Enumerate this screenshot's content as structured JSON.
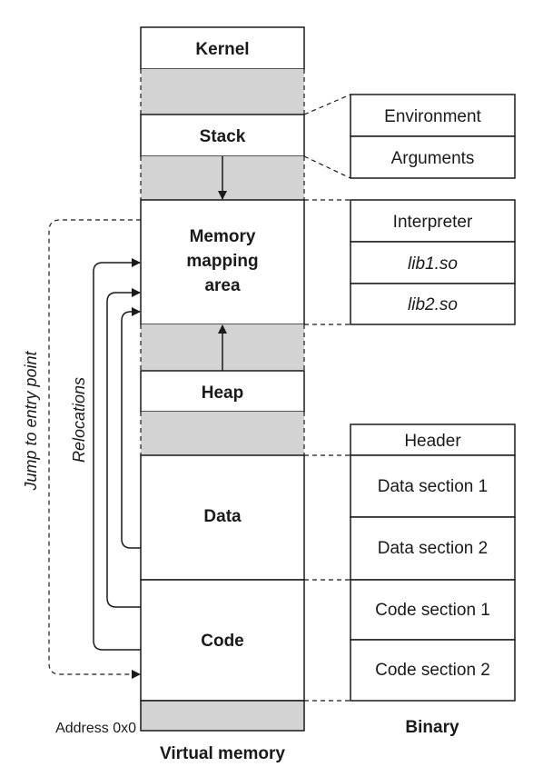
{
  "colors": {
    "gray": "#d3d3d3",
    "stroke": "#1a1a1a",
    "background": "#ffffff"
  },
  "virtual_memory": {
    "caption": "Virtual memory",
    "address_label": "Address 0x0",
    "segments": {
      "kernel": "Kernel",
      "stack": "Stack",
      "mmap_line1": "Memory",
      "mmap_line2": "mapping",
      "mmap_line3": "area",
      "heap": "Heap",
      "data": "Data",
      "code": "Code"
    }
  },
  "binary": {
    "caption": "Binary",
    "args_group": [
      "Environment",
      "Arguments"
    ],
    "libs_group": [
      "Interpreter",
      "lib1.so",
      "lib2.so"
    ],
    "sections": [
      "Header",
      "Data section 1",
      "Data section 2",
      "Code section 1",
      "Code section 2"
    ]
  },
  "arrows": {
    "relocations": "Relocations",
    "entry": "Jump to entry point"
  }
}
